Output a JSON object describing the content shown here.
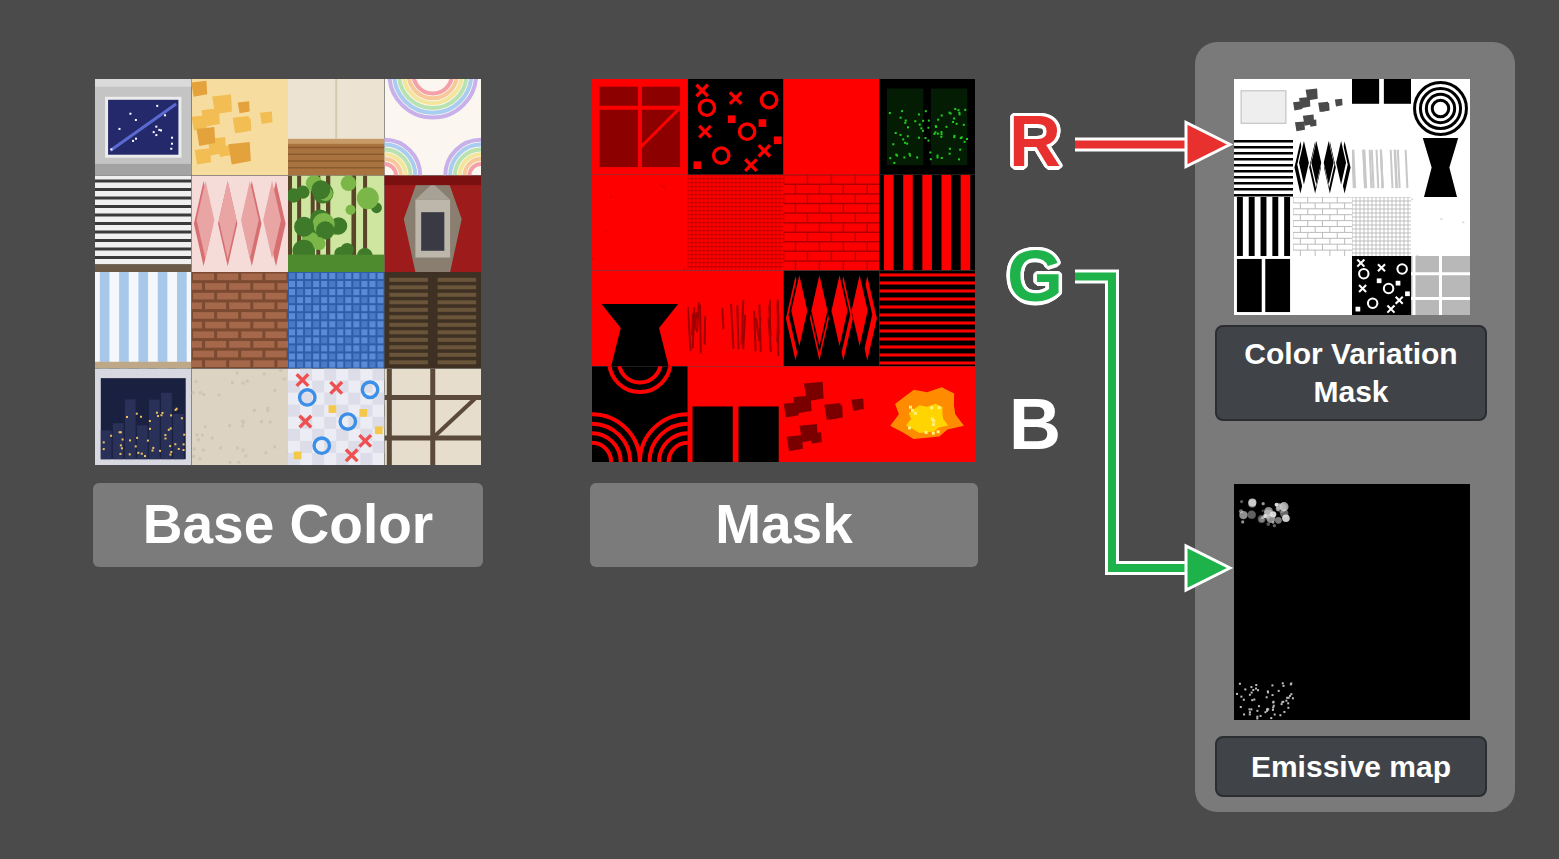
{
  "diagram": {
    "nodes": [
      {
        "text": [
          "Base Color"
        ]
      },
      {
        "text": [
          "Mask"
        ]
      },
      {
        "text": [
          "R"
        ]
      },
      {
        "text": [
          "G"
        ]
      },
      {
        "text": [
          "B"
        ]
      },
      {
        "text": [
          "Color Variation Mask"
        ]
      },
      {
        "text": [
          "Emissive map"
        ]
      }
    ],
    "edges": [
      {
        "from": 2,
        "to": 5,
        "arrow": "to"
      },
      {
        "from": 3,
        "to": 6,
        "arrow": "to"
      }
    ]
  }
}
